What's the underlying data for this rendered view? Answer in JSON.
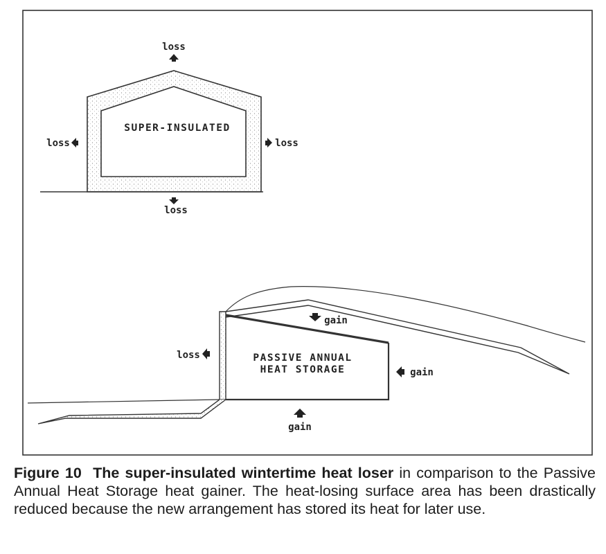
{
  "top_diagram": {
    "title": "SUPER-INSULATED",
    "loss_top": "loss",
    "loss_left": "loss",
    "loss_right": "loss",
    "loss_bottom": "loss"
  },
  "bottom_diagram": {
    "title_line1": "PASSIVE ANNUAL",
    "title_line2": "HEAT STORAGE",
    "loss_left": "loss",
    "gain_roof": "gain",
    "gain_right": "gain",
    "gain_bottom": "gain"
  },
  "caption": {
    "bold": "Figure 10  The super-insulated wintertime heat loser",
    "rest": " in comparison to the Passive Annual Heat Storage heat gainer. The heat-losing surface area has been drastically reduced because the new arrangement has stored its heat for later use."
  }
}
